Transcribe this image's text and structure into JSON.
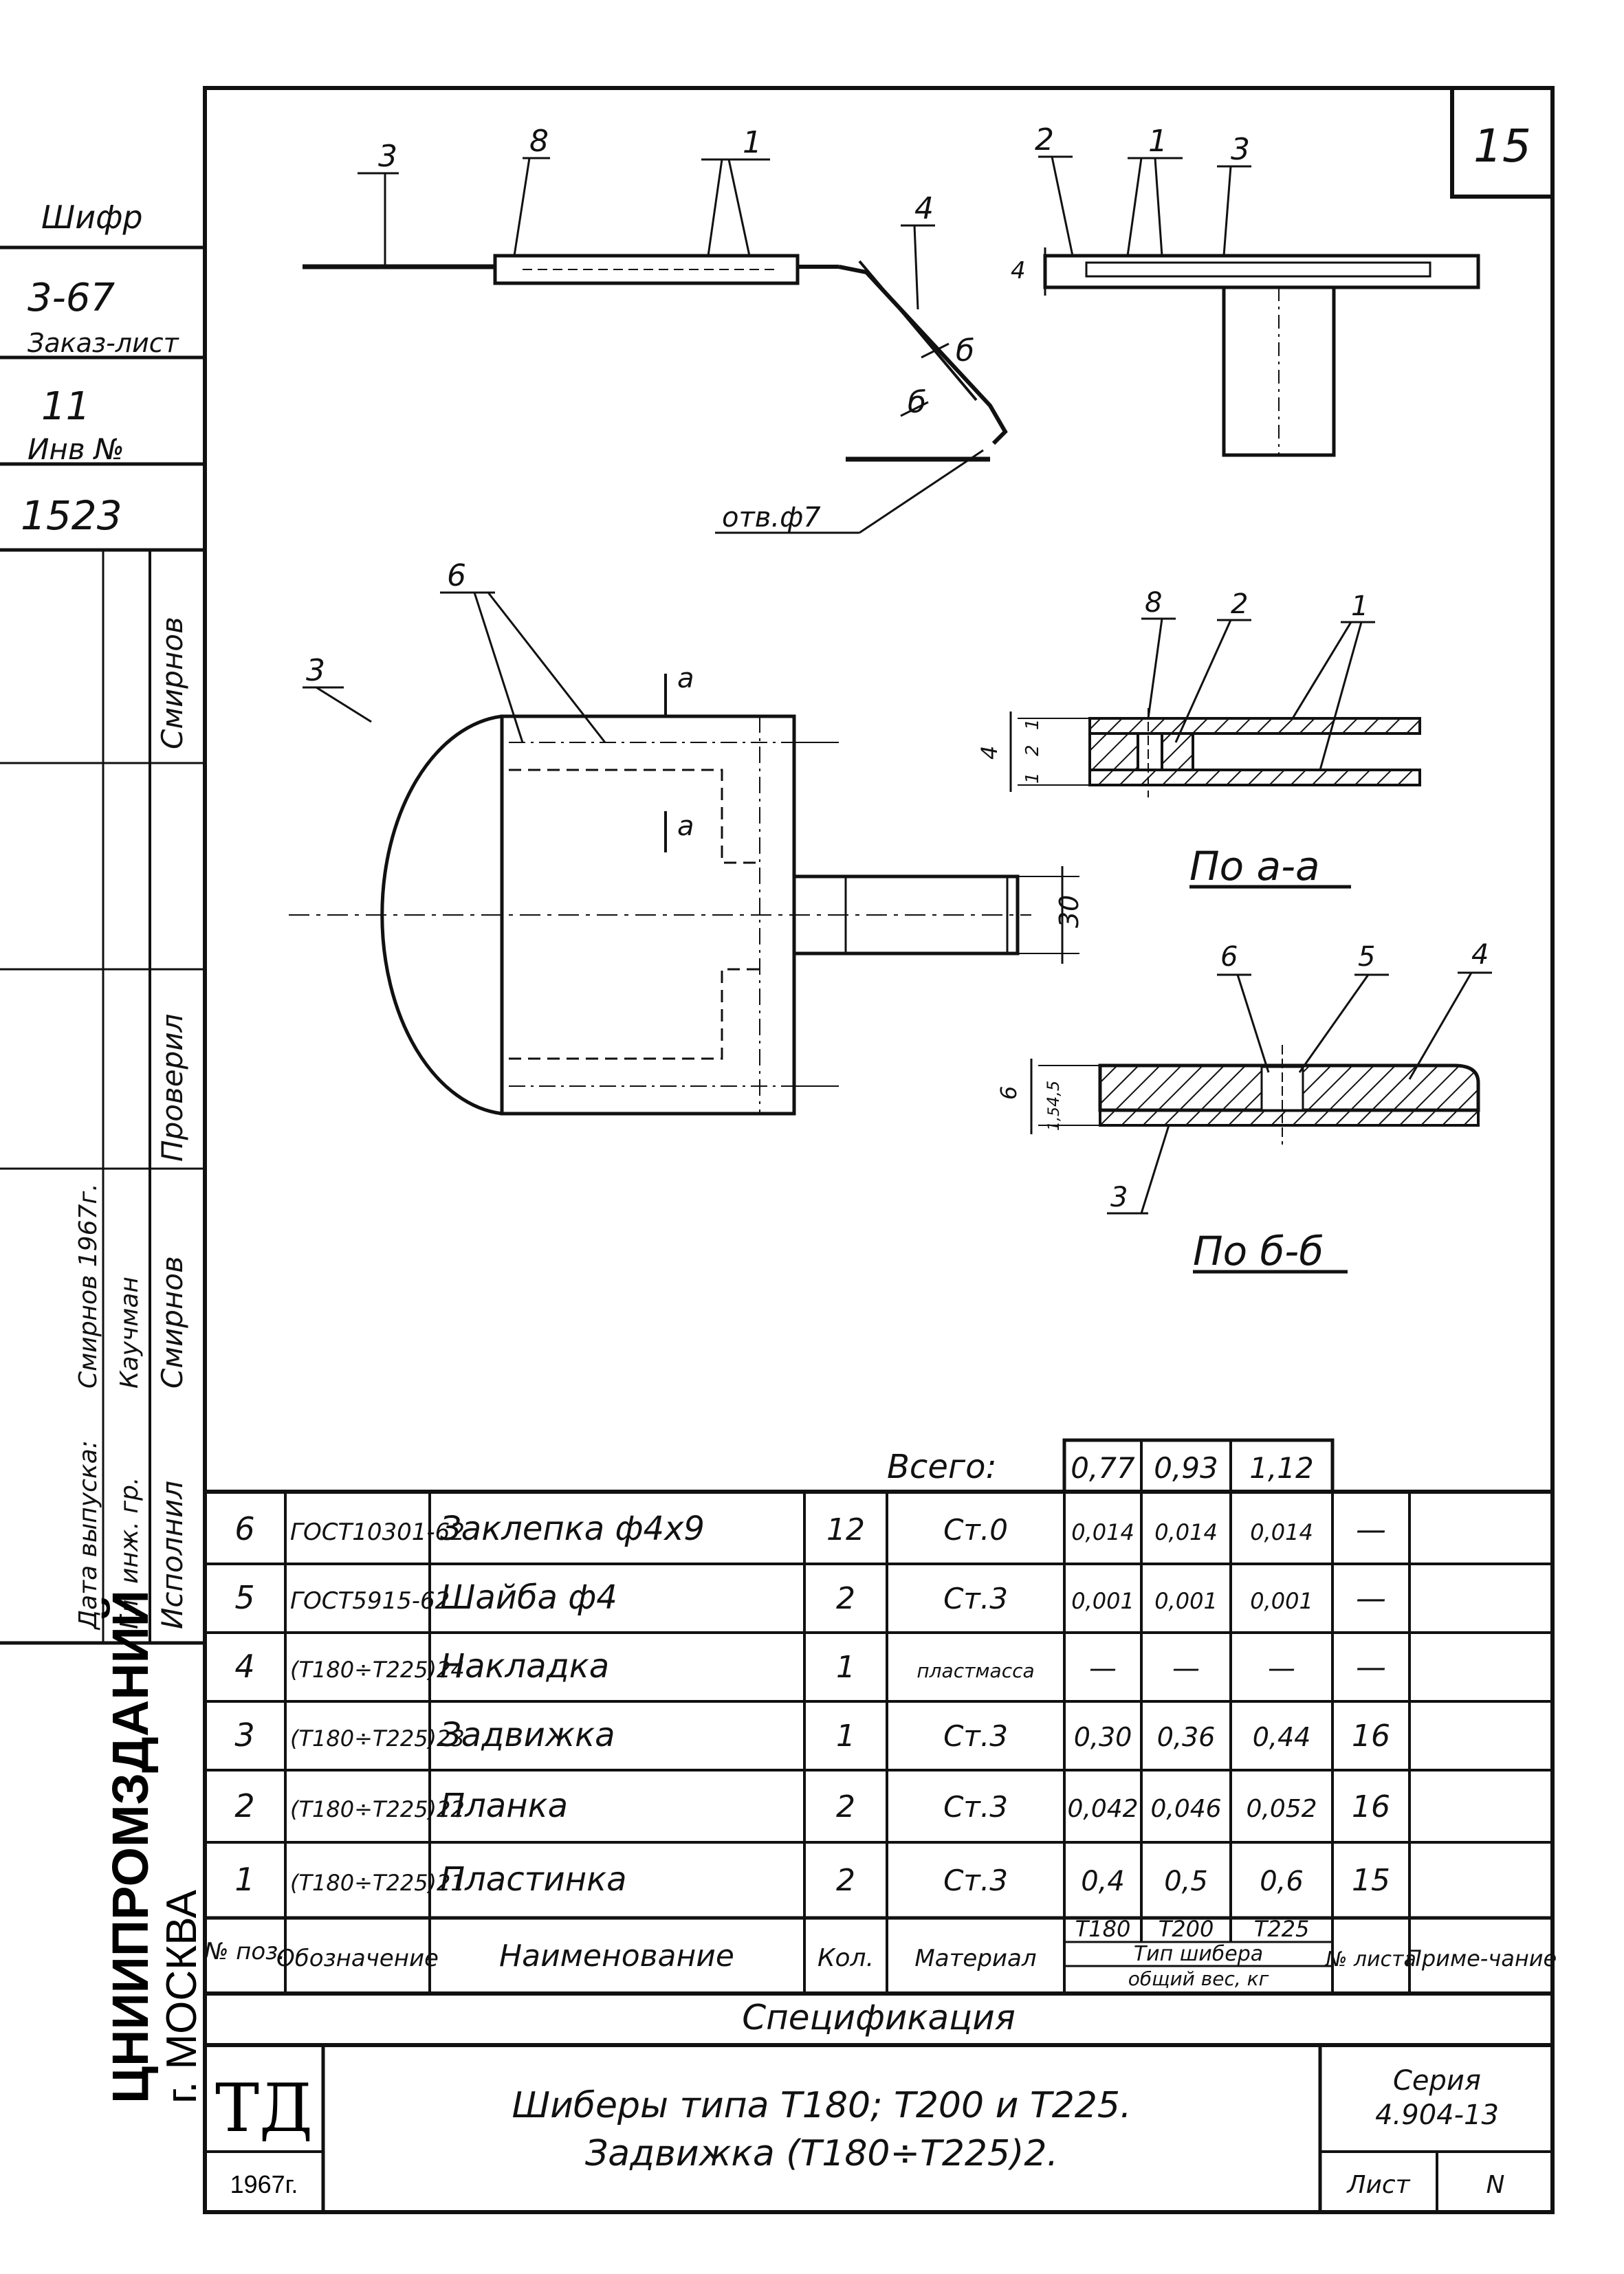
{
  "sheet": {
    "number": "15",
    "series_label": "Серия",
    "series_value": "4.904-13",
    "list_label": "Лист",
    "list_value": "N",
    "year": "1967г.",
    "logo": "ТД",
    "publisher": "ЦНИИПРОМЗДАНИЙ",
    "city": "г. МОСКВА",
    "title_line1": "Шиберы типа Т180; Т200 и Т225.",
    "title_line2": "Задвижка (Т180÷Т225)2."
  },
  "left_margin": {
    "shifr_label": "Шифр",
    "shifr_value": "3-67",
    "doc_label": "Заказ-лист",
    "doc_value": "11",
    "inv_label": "Инв №",
    "inv_value": "1523"
  },
  "stamp": {
    "rows": [
      {
        "role": "Исполнил",
        "name": "Смирнов"
      },
      {
        "role": "Проверил",
        "name": "Смирнов"
      },
      {
        "role": "Гл. инж. гр.",
        "name": "Каучман"
      },
      {
        "role": "Дата выпуска:",
        "name": "Смирнов  1967г."
      }
    ]
  },
  "views": {
    "top_callouts": [
      "3",
      "8",
      "1",
      "4",
      "б",
      "б",
      "2",
      "1",
      "3"
    ],
    "hole_label": "отв.ф7",
    "plan_callouts": [
      "3",
      "6",
      "а",
      "а"
    ],
    "plan_dim": "30",
    "section_aa": {
      "title": "По а-а",
      "callouts": [
        "8",
        "2",
        "1"
      ],
      "dims": [
        "4",
        "1",
        "2",
        "1"
      ]
    },
    "section_bb": {
      "title": "По б-б",
      "callouts": [
        "6",
        "5",
        "4",
        "3"
      ],
      "dims": [
        "6",
        "4,5",
        "1,5"
      ]
    },
    "side_dim": "4"
  },
  "spec": {
    "title": "Спецификация",
    "total_label": "Всего:",
    "totals": [
      "0,77",
      "0,93",
      "1,12"
    ],
    "headers": {
      "pos": "№ поз.",
      "designation": "Обозначение",
      "name": "Наименование",
      "qty": "Кол.",
      "material": "Материал",
      "types": [
        "Т180",
        "Т200",
        "Т225"
      ],
      "type_caption": "Тип шибера",
      "weight_caption": "общий вес, кг",
      "sheet": "№ листа",
      "note": "Приме-чание"
    },
    "rows": [
      {
        "pos": "6",
        "designation": "ГОСТ10301-62",
        "name": "Заклепка ф4х9",
        "qty": "12",
        "material": "Ст.0",
        "w1": "0,014",
        "w2": "0,014",
        "w3": "0,014",
        "sheet": "—",
        "note": ""
      },
      {
        "pos": "5",
        "designation": "ГОСТ5915-62",
        "name": "Шайба ф4",
        "qty": "2",
        "material": "Ст.3",
        "w1": "0,001",
        "w2": "0,001",
        "w3": "0,001",
        "sheet": "—",
        "note": ""
      },
      {
        "pos": "4",
        "designation": "(Т180÷Т225)24",
        "name": "Накладка",
        "qty": "1",
        "material": "пластмасса",
        "w1": "—",
        "w2": "—",
        "w3": "—",
        "sheet": "—",
        "note": ""
      },
      {
        "pos": "3",
        "designation": "(Т180÷Т225)23",
        "name": "Задвижка",
        "qty": "1",
        "material": "Ст.3",
        "w1": "0,30",
        "w2": "0,36",
        "w3": "0,44",
        "sheet": "16",
        "note": ""
      },
      {
        "pos": "2",
        "designation": "(Т180÷Т225)22",
        "name": "Планка",
        "qty": "2",
        "material": "Ст.3",
        "w1": "0,042",
        "w2": "0,046",
        "w3": "0,052",
        "sheet": "16",
        "note": ""
      },
      {
        "pos": "1",
        "designation": "(Т180÷Т225)21",
        "name": "Пластинка",
        "qty": "2",
        "material": "Ст.3",
        "w1": "0,4",
        "w2": "0,5",
        "w3": "0,6",
        "sheet": "15",
        "note": ""
      }
    ]
  }
}
